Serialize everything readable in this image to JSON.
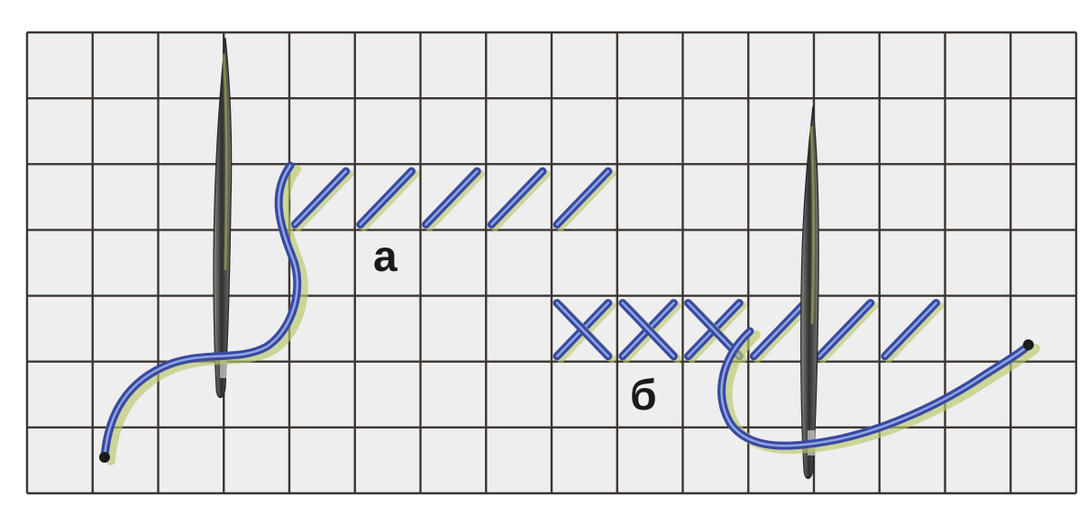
{
  "labels": {
    "a": "а",
    "b": "б"
  },
  "grid": {
    "columns": 16,
    "rows": 7
  },
  "colors": {
    "paper": "#ffffff",
    "grid_line": "#3b3430",
    "cell_tint": "#eeeeee",
    "thread": "#3a4aa0",
    "thread_highlight": "#8fa6e6",
    "thread_shadow": "#b8c76a",
    "needle": "#333333"
  },
  "icons": {
    "needle_a": "needle-icon",
    "needle_b": "needle-icon"
  }
}
